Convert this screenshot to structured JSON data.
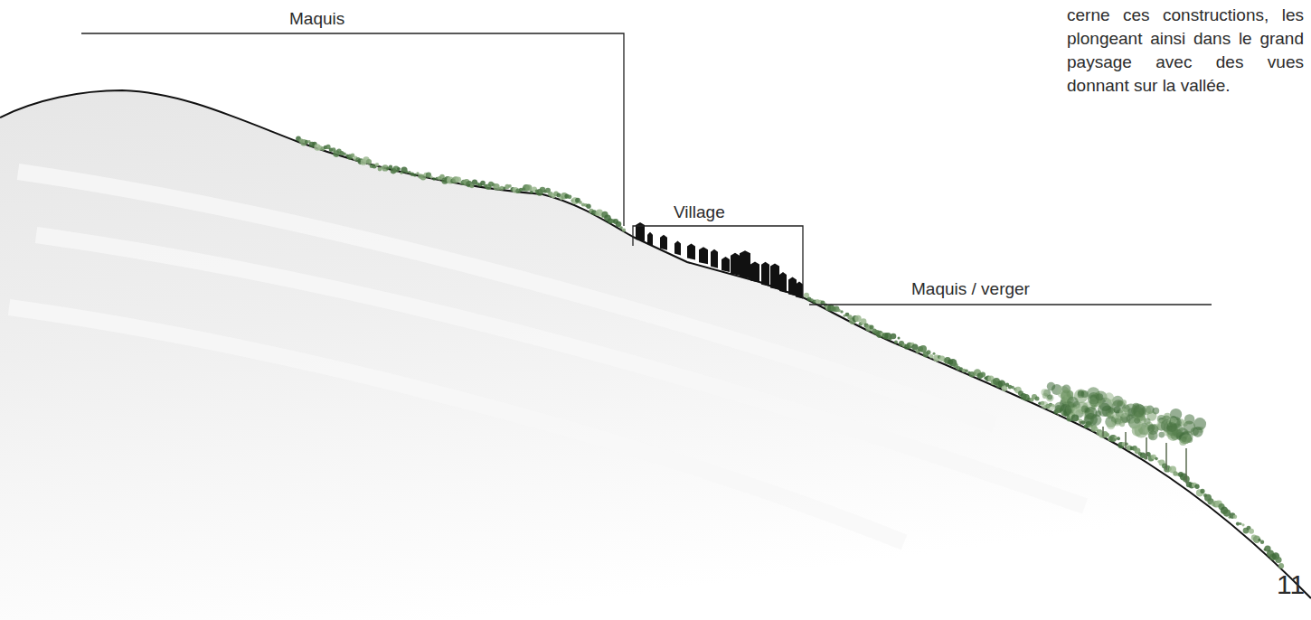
{
  "diagram": {
    "labels": [
      "Maquis",
      "Village",
      "Maquis / verger",
      "cerne ces constructions, les plongeant ainsi dans le grand paysage avec des vues donnant sur la vallée.",
      "11"
    ]
  }
}
